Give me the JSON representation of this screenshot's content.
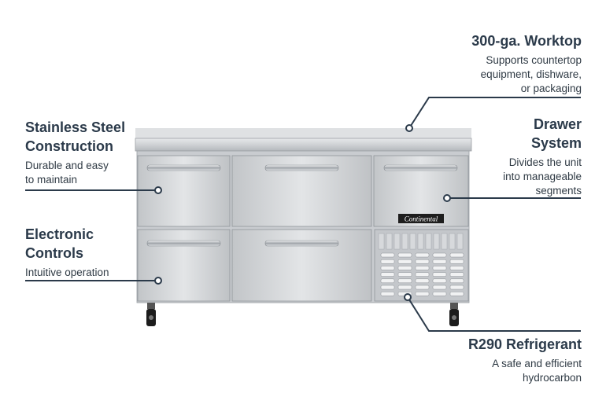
{
  "callouts": {
    "worktop": {
      "title": "300-ga. Worktop",
      "desc": [
        "Supports countertop",
        "equipment, dishware,",
        "or packaging"
      ]
    },
    "stainless": {
      "title": [
        "Stainless Steel",
        "Construction"
      ],
      "desc": [
        "Durable and easy",
        "to maintain"
      ]
    },
    "drawer": {
      "title": [
        "Drawer",
        "System"
      ],
      "desc": [
        "Divides the unit",
        "into manageable",
        "segments"
      ]
    },
    "electronic": {
      "title": [
        "Electronic",
        "Controls"
      ],
      "desc": [
        "Intuitive operation"
      ]
    },
    "refrigerant": {
      "title": "R290 Refrigerant",
      "desc": [
        "A safe and efficient",
        "hydrocarbon"
      ]
    }
  },
  "product": {
    "badge": "Continental"
  },
  "colors": {
    "text": "#2b3a4a",
    "line": "#2b3a4a",
    "steel_light": "#e4e6e8",
    "steel_dark": "#a9adb1"
  }
}
